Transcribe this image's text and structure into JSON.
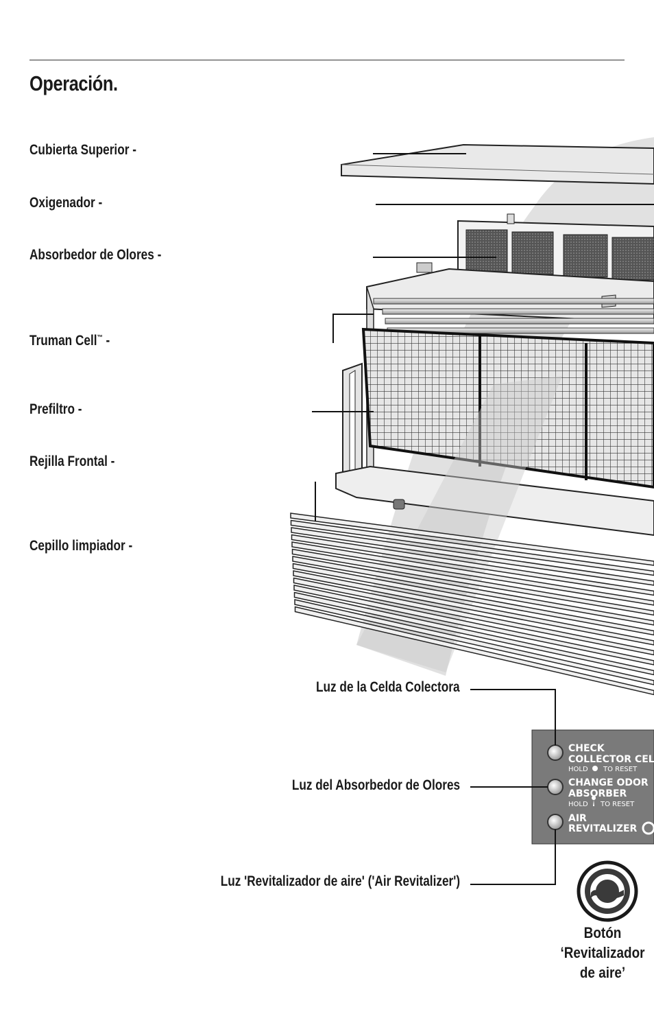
{
  "page": {
    "title": "Operación."
  },
  "parts": [
    {
      "label": "Cubierta Superior -"
    },
    {
      "label": "Oxigenador -"
    },
    {
      "label": "Absorbedor de Olores -"
    },
    {
      "label": "Truman Cell",
      "mark": "™",
      "suffix": " -"
    },
    {
      "label": "Prefiltro -"
    },
    {
      "label": "Rejilla Frontal -"
    },
    {
      "label": "Cepillo limpiador -"
    }
  ],
  "indicators": [
    {
      "label": "Luz de la Celda Colectora"
    },
    {
      "label": "Luz del Absorbedor de Olores"
    },
    {
      "label": "Luz 'Revitalizador de aire' ('Air Revitalizer')"
    }
  ],
  "control_panel": {
    "line1": "CHECK",
    "line2": "COLLECTOR CELL",
    "line3": "HOLD",
    "line3b": "TO RESET",
    "line4": "CHANGE ODOR",
    "line5": "ABSORBER",
    "line6": "HOLD",
    "line6b": "TO RESET",
    "line7": "AIR",
    "line8": "REVITALIZER"
  },
  "button": {
    "caption_1": "Botón",
    "caption_2": "‘Revitalizador",
    "caption_3": "de aire’"
  }
}
